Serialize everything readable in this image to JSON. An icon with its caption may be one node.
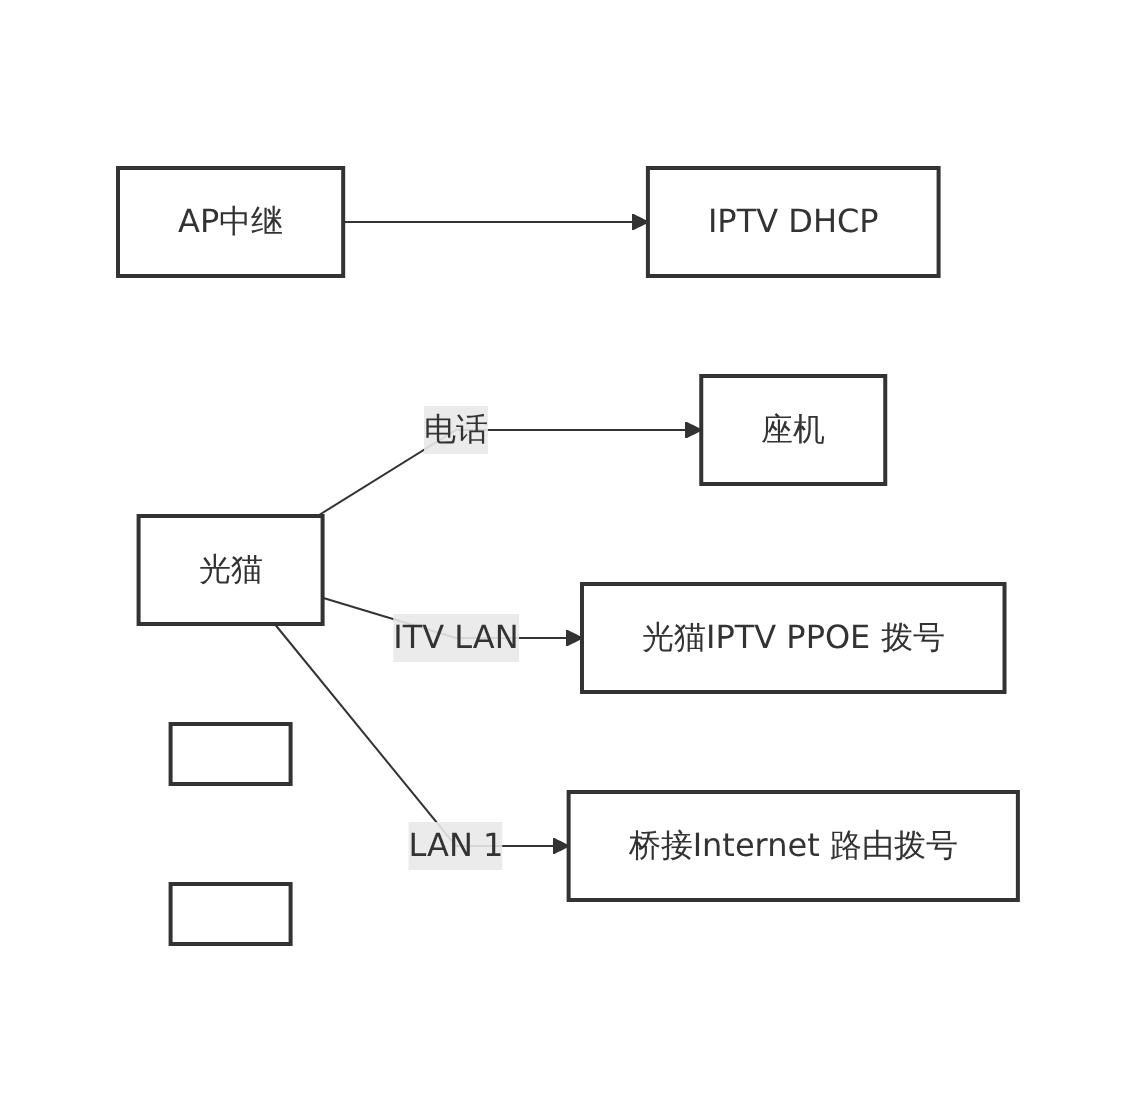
{
  "diagram": {
    "nodes": [
      {
        "text": [
          "座机"
        ]
      },
      {
        "text": [
          "AP中继"
        ]
      },
      {
        "text": [
          "IPTV DHCP"
        ]
      },
      {
        "text": [
          "光猫IPTV PPOE 拨号"
        ]
      },
      {
        "text": [
          "光猫"
        ]
      },
      {
        "text": [
          "桥接Internet 路由拨号"
        ]
      },
      {
        "text": [],
        "shape": "box"
      },
      {
        "text": [],
        "shape": "box"
      }
    ],
    "edges": [
      {
        "from": 4,
        "to": 0,
        "arrow": "to",
        "label": "电话"
      },
      {
        "from": 4,
        "to": 3,
        "arrow": "to",
        "label": "ITV LAN"
      },
      {
        "from": 4,
        "to": 5,
        "arrow": "to",
        "label": "LAN 1"
      },
      {
        "from": 1,
        "to": 2,
        "arrow": "to"
      }
    ]
  }
}
